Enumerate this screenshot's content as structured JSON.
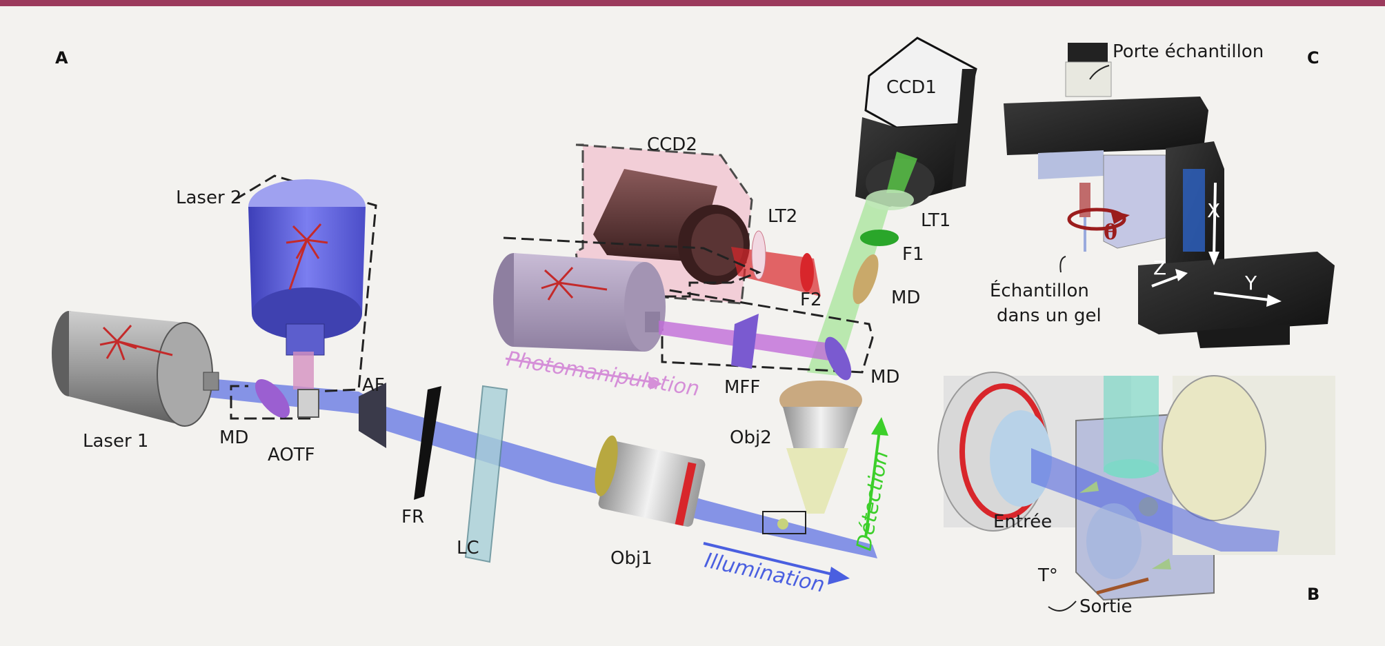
{
  "panels": {
    "a": "A",
    "b": "B",
    "c": "C"
  },
  "labels": {
    "laser1": "Laser 1",
    "laser2": "Laser 2",
    "md_a": "MD",
    "aotf": "AOTF",
    "af": "AF",
    "fr": "FR",
    "lc": "LC",
    "obj1": "Obj1",
    "obj2": "Obj2",
    "ccd1": "CCD1",
    "ccd2": "CCD2",
    "lt1": "LT1",
    "lt2": "LT2",
    "f1": "F1",
    "f2": "F2",
    "md_b": "MD",
    "md_c": "MD",
    "mff": "MFF",
    "photomanipulation": "Photomanipulation",
    "detection": "Détection",
    "illumination": "Illumination",
    "porte": "Porte échantillon",
    "echantillon1": "Échantillon",
    "echantillon2": "dans un gel",
    "theta": "θ",
    "x": "X",
    "y": "Y",
    "z": "Z",
    "entree": "Entrée",
    "sortie": "Sortie",
    "temp": "T°"
  },
  "colors": {
    "frame": "#9b3a5c",
    "illumination": "#4a5fe0",
    "detection": "#3ccf2a",
    "photomanipulation": "#d58fd8",
    "laser_red": "#d8262b"
  }
}
